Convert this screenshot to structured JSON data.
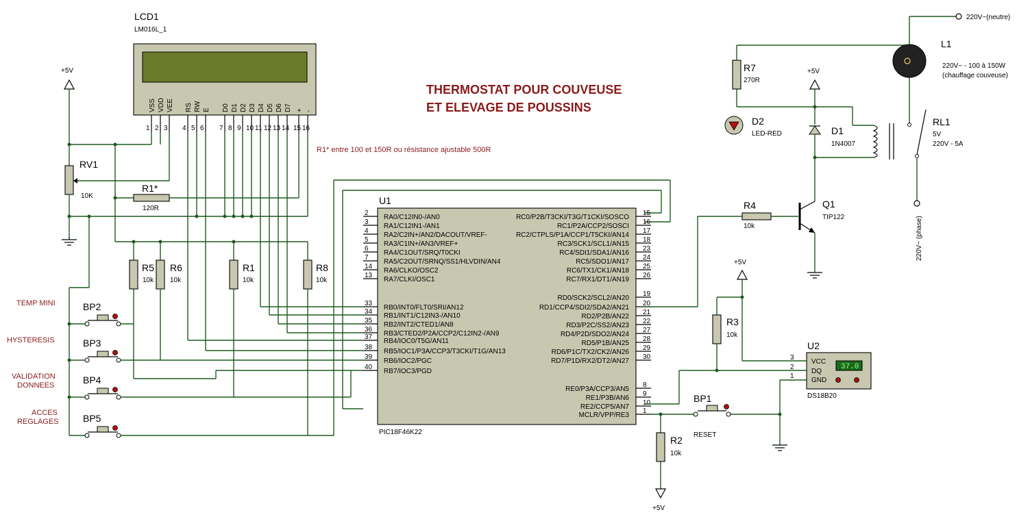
{
  "title": {
    "line1": "THERMOSTAT POUR COUVEUSE",
    "line2": "ET ELEVAGE DE POUSSINS"
  },
  "note": "R1* entre 100 et 150R ou résistance ajustable 500R",
  "lcd": {
    "ref": "LCD1",
    "model": "LM016L_1",
    "pin_names": [
      "VSS",
      "VDD",
      "VEE",
      "RS",
      "RW",
      "E",
      "D0",
      "D1",
      "D2",
      "D3",
      "D4",
      "D5",
      "D6",
      "D7",
      "+",
      "-"
    ],
    "pin_numbers": [
      "1",
      "2",
      "3",
      "4",
      "5",
      "6",
      "7",
      "8",
      "9",
      "10",
      "11",
      "12",
      "13",
      "14",
      "15",
      "16"
    ]
  },
  "mcu": {
    "ref": "U1",
    "model": "PIC18F46K22",
    "left_pins": [
      {
        "num": "2",
        "name": "RA0/C12IN0-/AN0"
      },
      {
        "num": "3",
        "name": "RA1/C12IN1-/AN1"
      },
      {
        "num": "4",
        "name": "RA2/C2IN+/AN2/DACOUT/VREF-"
      },
      {
        "num": "5",
        "name": "RA3/C1IN+/AN3/VREF+"
      },
      {
        "num": "6",
        "name": "RA4/C1OUT/SRQ/T0CKI"
      },
      {
        "num": "7",
        "name": "RA5/C2OUT/SRNQ/SS1/HLVDIN/AN4"
      },
      {
        "num": "14",
        "name": "RA6/CLKO/OSC2"
      },
      {
        "num": "13",
        "name": "RA7/CLKI/OSC1"
      },
      {
        "num": "33",
        "name": "RB0/INT0/FLT0/SRI/AN12"
      },
      {
        "num": "34",
        "name": "RB1/INT1/C12IN3-/AN10"
      },
      {
        "num": "35",
        "name": "RB2/INT2/CTED1/AN8"
      },
      {
        "num": "36",
        "name": "RB3/CTED2/P2A/CCP2/C12IN2-/AN9"
      },
      {
        "num": "37",
        "name": "RB4/IOC0/T5G/AN11"
      },
      {
        "num": "38",
        "name": "RB5/IOC1/P3A/CCP3/T3CKI/T1G/AN13"
      },
      {
        "num": "39",
        "name": "RB6/IOC2/PGC"
      },
      {
        "num": "40",
        "name": "RB7/IOC3/PGD"
      }
    ],
    "right_pins": [
      {
        "num": "15",
        "name": "RC0/P2B/T3CKI/T3G/T1CKI/SOSCO"
      },
      {
        "num": "16",
        "name": "RC1/P2A/CCP2/SOSCI"
      },
      {
        "num": "17",
        "name": "RC2/CTPLS/P1A/CCP1/T5CKI/AN14"
      },
      {
        "num": "18",
        "name": "RC3/SCK1/SCL1/AN15"
      },
      {
        "num": "23",
        "name": "RC4/SDI1/SDA1/AN16"
      },
      {
        "num": "24",
        "name": "RC5/SDO1/AN17"
      },
      {
        "num": "25",
        "name": "RC6/TX1/CK1/AN18"
      },
      {
        "num": "26",
        "name": "RC7/RX1/DT1/AN19"
      },
      {
        "num": "19",
        "name": "RD0/SCK2/SCL2/AN20"
      },
      {
        "num": "20",
        "name": "RD1/CCP4/SDI2/SDA2/AN21"
      },
      {
        "num": "21",
        "name": "RD2/P2B/AN22"
      },
      {
        "num": "22",
        "name": "RD3/P2C/SS2/AN23"
      },
      {
        "num": "27",
        "name": "RD4/P2D/SDO2/AN24"
      },
      {
        "num": "28",
        "name": "RD5/P1B/AN25"
      },
      {
        "num": "29",
        "name": "RD6/P1C/TX2/CK2/AN26"
      },
      {
        "num": "30",
        "name": "RD7/P1D/RX2/DT2/AN27"
      },
      {
        "num": "8",
        "name": "RE0/P3A/CCP3/AN5"
      },
      {
        "num": "9",
        "name": "RE1/P3B/AN6"
      },
      {
        "num": "10",
        "name": "RE2/CCP5/AN7"
      },
      {
        "num": "1",
        "name": "MCLR/VPP/RE3"
      }
    ]
  },
  "components": {
    "rv1": {
      "ref": "RV1",
      "value": "10K"
    },
    "r1star": {
      "ref": "R1*",
      "value": "120R"
    },
    "r5": {
      "ref": "R5",
      "value": "10k"
    },
    "r6": {
      "ref": "R6",
      "value": "10k"
    },
    "r1": {
      "ref": "R1",
      "value": "10k"
    },
    "r8": {
      "ref": "R8",
      "value": "10k"
    },
    "r7": {
      "ref": "R7",
      "value": "270R"
    },
    "d2": {
      "ref": "D2",
      "value": "LED-RED"
    },
    "d1": {
      "ref": "D1",
      "value": "1N4007"
    },
    "r4": {
      "ref": "R4",
      "value": "10k"
    },
    "q1": {
      "ref": "Q1",
      "value": "TIP122"
    },
    "r3": {
      "ref": "R3",
      "value": "10k"
    },
    "r2": {
      "ref": "R2",
      "value": "10k"
    },
    "bp1": {
      "ref": "BP1",
      "value": "RESET"
    },
    "bp2": {
      "ref": "BP2"
    },
    "bp3": {
      "ref": "BP3"
    },
    "bp4": {
      "ref": "BP4"
    },
    "bp5": {
      "ref": "BP5"
    },
    "l1": {
      "ref": "L1",
      "value": "220V~ - 100 à 150W",
      "desc": "(chauffage couveuse)"
    },
    "rl1": {
      "ref": "RL1",
      "value": "5V",
      "rating": "220V - 5A"
    },
    "u2": {
      "ref": "U2",
      "model": "DS18B20",
      "pins": [
        {
          "num": "3",
          "name": "VCC"
        },
        {
          "num": "2",
          "name": "DQ"
        },
        {
          "num": "1",
          "name": "GND"
        }
      ],
      "display": "37.0"
    }
  },
  "button_labels": {
    "temp_mini": "TEMP MINI",
    "hysteresis": "HYSTERESIS",
    "validation1": "VALIDATION",
    "validation2": "DONNEES",
    "acces1": "ACCES",
    "acces2": "REGLAGES"
  },
  "power": {
    "plus5v": "+5V",
    "neutral": "220V~(neutre)",
    "phase": "220V~ (phase)"
  }
}
